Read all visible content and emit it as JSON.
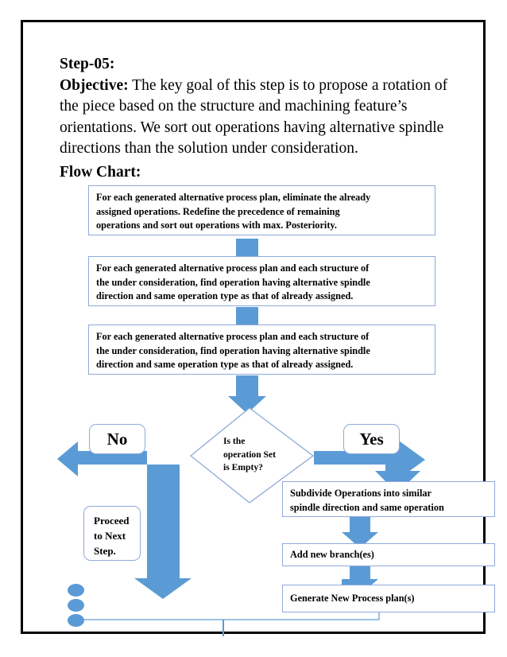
{
  "document": {
    "step_title": "Step-05:",
    "objective_label": "Objective:",
    "objective_lines": [
      "The key goal of this step is to propose a rotation of",
      "the piece based on the structure and machining feature’s",
      "orientations. We sort out operations having alternative spindle",
      "directions than the solution under consideration."
    ],
    "flowchart_label": "Flow Chart:"
  },
  "flowchart": {
    "box1": {
      "l1": "For each generated alternative process plan, eliminate the already",
      "l2": "assigned operations. Redefine the precedence of remaining",
      "l3": "operations and sort out operations with max. Posteriority."
    },
    "box2": {
      "l1": "For each generated alternative process plan and each structure of",
      "l2": "the under consideration, find operation having alternative spindle",
      "l3": "direction and same operation type as that of already assigned."
    },
    "box3": {
      "l1": "For each generated alternative process plan and each structure of",
      "l2": "the under consideration, find operation having alternative spindle",
      "l3": "direction and same operation type as that of already assigned."
    },
    "decision": {
      "l1": "Is the",
      "l2": "operation Set",
      "l3": "is Empty?"
    },
    "no_label": "No",
    "yes_label": "Yes",
    "proceed": {
      "l1": "Proceed",
      "l2": "to Next",
      "l3": "Step."
    },
    "subdivide": {
      "l1": "Subdivide Operations into similar",
      "l2": "spindle direction and same operation"
    },
    "add_branch": "Add new branch(es)",
    "generate": "Generate New Process plan(s)"
  },
  "colors": {
    "arrow_blue": "#5B9BD5",
    "box_border_blue": "#8EAADB",
    "connector_blue": "#9DC3E6",
    "page_border": "#000000"
  }
}
